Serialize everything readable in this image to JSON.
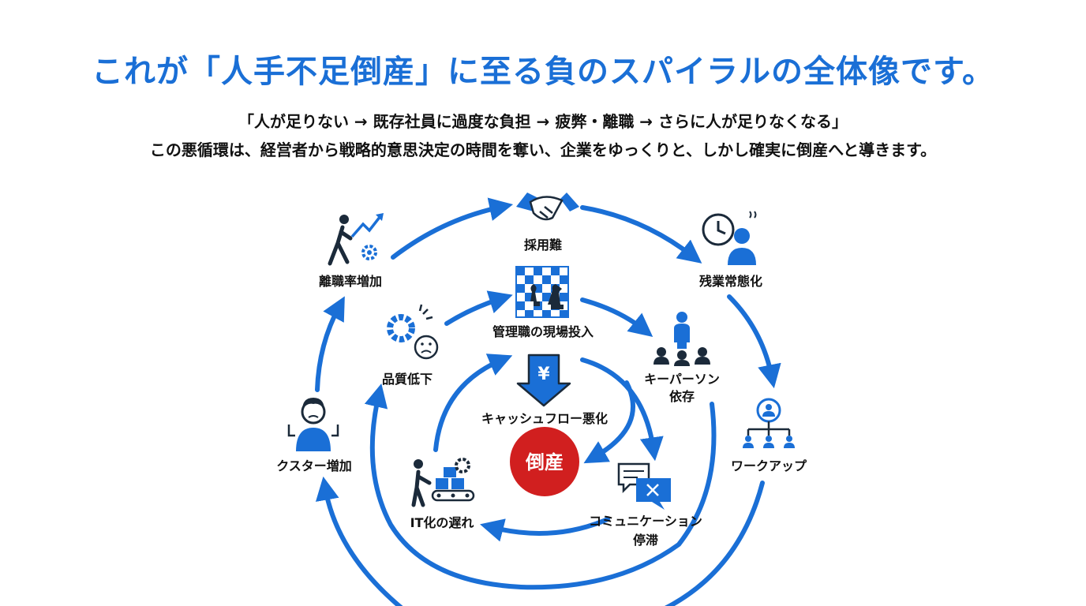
{
  "title": "これが「人手不足倒産」に至る負のスパイラルの全体像です。",
  "subtitle_line1": "「人が足りない → 既存社員に過度な負担 → 疲弊・離職 → さらに人が足りなくなる」",
  "subtitle_line2": "この悪循環は、経営者から戦略的意思決定の時間を奪い、企業をゆっくりと、しかし確実に倒産へと導きます。",
  "nodes": {
    "recruit": {
      "label": "採用難",
      "icon": "handshake-icon"
    },
    "overtime": {
      "label": "残業常態化",
      "icon": "clock-stressed-worker-icon"
    },
    "workup": {
      "label": "ワークアップ",
      "icon": "org-chart-icon"
    },
    "turnover": {
      "label": "離職率増加",
      "icon": "walking-person-arrow-icon"
    },
    "cluster": {
      "label": "クスター増加",
      "icon": "stressed-person-icon"
    },
    "manager": {
      "label": "管理職の現場投入",
      "icon": "chess-board-icon"
    },
    "keyperson": {
      "label_line1": "キーパーソン",
      "label_line2": "依存",
      "icon": "key-person-icon"
    },
    "quality": {
      "label": "品質低下",
      "icon": "broken-gear-sad-icon"
    },
    "it": {
      "label": "IT化の遅れ",
      "icon": "conveyor-worker-icon"
    },
    "comm": {
      "label_line1": "コミュニケーション",
      "label_line2": "停滞",
      "icon": "chat-cross-icon"
    },
    "cash": {
      "label": "キャッシュフロー悪化",
      "icon": "yen-down-arrow-icon",
      "symbol": "¥"
    },
    "core": {
      "label": "倒産"
    }
  },
  "colors": {
    "accent": "#1a6fd6",
    "danger": "#d11f1f",
    "icon_dark": "#1b2a3a"
  }
}
